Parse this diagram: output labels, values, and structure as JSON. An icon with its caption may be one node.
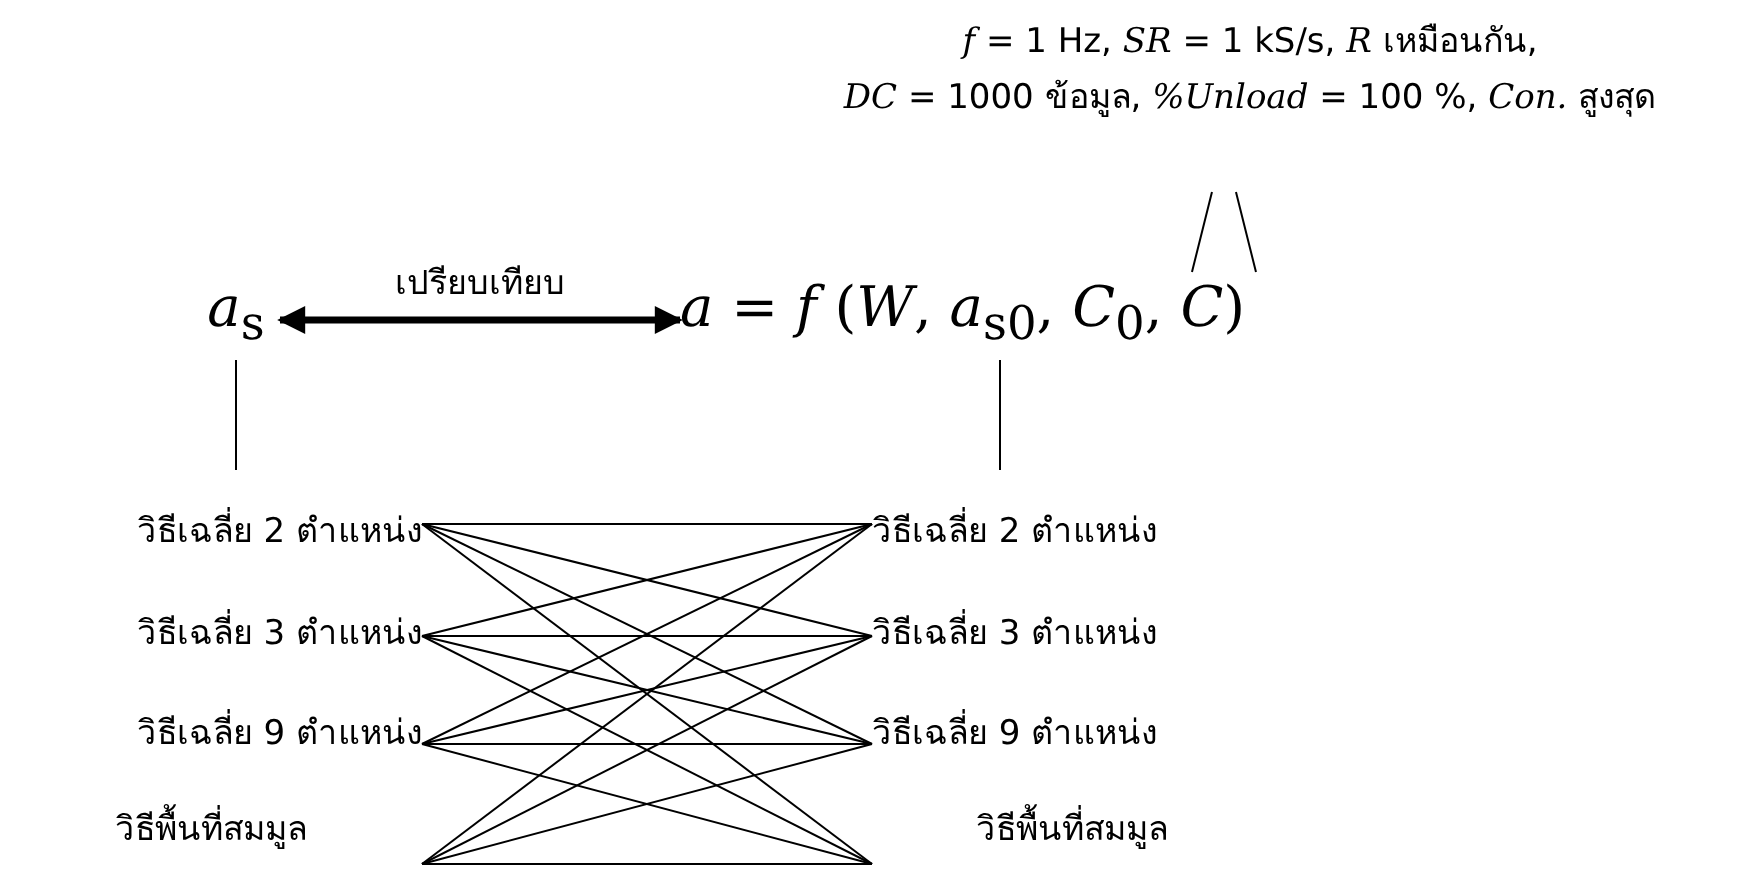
{
  "diagram": {
    "nodes": [
      {
        "text": [
          "*f* = 1 Hz, *SR* = 1 kS/s, *R* เหมือนกัน,",
          "*DC* = 1000 ข้อมูล, *%Unload* = 100 %, *Con.* สูงสุด"
        ]
      },
      {
        "text": [
          "*a*$_{s}$"
        ]
      },
      {
        "text": [
          "*a* = *f* (*W*, *a*$_{s0}$, *C*$_{0}$, *C*)"
        ]
      },
      {
        "text": [
          "วิธีเฉลี่ย 2 ตำแหน่ง"
        ]
      },
      {
        "text": [
          "วิธีเฉลี่ย 3 ตำแหน่ง"
        ]
      },
      {
        "text": [
          "วิธีเฉลี่ย 9 ตำแหน่ง"
        ]
      },
      {
        "text": [
          "วิธีพื้นที่สมมูล"
        ]
      },
      {
        "text": [
          "วิธีเฉลี่ย 2 ตำแหน่ง"
        ]
      },
      {
        "text": [
          "วิธีเฉลี่ย 3 ตำแหน่ง"
        ]
      },
      {
        "text": [
          "วิธีเฉลี่ย 9 ตำแหน่ง"
        ]
      },
      {
        "text": [
          "วิธีพื้นที่สมมูล"
        ]
      }
    ],
    "edges": [
      {
        "from": 0,
        "to": 2,
        "arrow": "none"
      },
      {
        "from": 0,
        "to": 2,
        "arrow": "none"
      },
      {
        "from": 1,
        "to": 2,
        "arrow": "both",
        "label": "เปรียบเทียบ",
        "style": "thick"
      },
      {
        "from": 1,
        "to": 3,
        "arrow": "none"
      },
      {
        "from": 2,
        "to": 7,
        "arrow": "none"
      },
      {
        "from": 3,
        "to": 7,
        "arrow": "none"
      },
      {
        "from": 3,
        "to": 8,
        "arrow": "none"
      },
      {
        "from": 3,
        "to": 9,
        "arrow": "none"
      },
      {
        "from": 3,
        "to": 10,
        "arrow": "none"
      },
      {
        "from": 4,
        "to": 7,
        "arrow": "none"
      },
      {
        "from": 4,
        "to": 8,
        "arrow": "none"
      },
      {
        "from": 4,
        "to": 9,
        "arrow": "none"
      },
      {
        "from": 4,
        "to": 10,
        "arrow": "none"
      },
      {
        "from": 5,
        "to": 7,
        "arrow": "none"
      },
      {
        "from": 5,
        "to": 8,
        "arrow": "none"
      },
      {
        "from": 5,
        "to": 9,
        "arrow": "none"
      },
      {
        "from": 5,
        "to": 10,
        "arrow": "none"
      },
      {
        "from": 6,
        "to": 7,
        "arrow": "none"
      },
      {
        "from": 6,
        "to": 8,
        "arrow": "none"
      },
      {
        "from": 6,
        "to": 9,
        "arrow": "none"
      },
      {
        "from": 6,
        "to": 10,
        "arrow": "none"
      }
    ]
  }
}
